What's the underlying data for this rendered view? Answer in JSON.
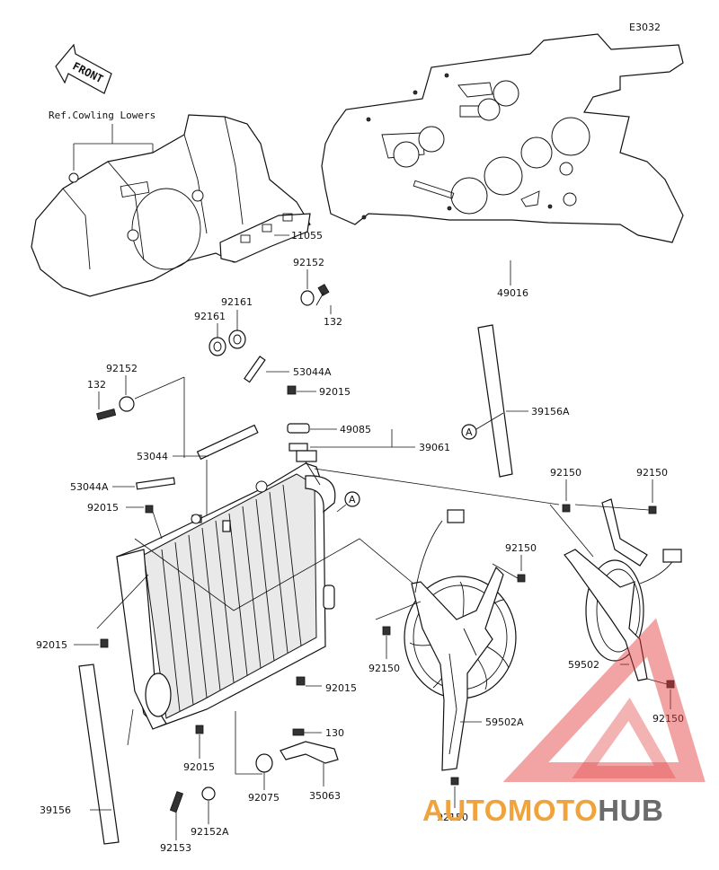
{
  "diagram": {
    "code": "E3032",
    "front_arrow": "FRONT",
    "reference_note": "Ref.Cowling Lowers",
    "callouts": {
      "c11055": "11055",
      "c49016": "49016",
      "c92152_top": "92152",
      "c132_top": "132",
      "c92161_a": "92161",
      "c92161_b": "92161",
      "c53044A_top": "53044A",
      "c92015_upper": "92015",
      "c92152_left": "92152",
      "c132_left": "132",
      "c49085": "49085",
      "c39061": "39061",
      "c53044": "53044",
      "c39156A": "39156A",
      "c53044A_left": "53044A",
      "c92150_a": "92150",
      "c92150_b": "92150",
      "c92015_left_upper": "92015",
      "c92150_c": "92150",
      "c92015_left": "92015",
      "c92150_d": "92150",
      "c59502": "59502",
      "c92015_right": "92015",
      "c59502A": "59502A",
      "c92150_e": "92150",
      "c130": "130",
      "c92015_bottom": "92015",
      "c92075": "92075",
      "c35063": "35063",
      "c39156": "39156",
      "c92152A": "92152A",
      "c92150_f": "92150",
      "c92153": "92153"
    },
    "circle_markers": {
      "marker_a_right": "A",
      "marker_a_hose": "A"
    }
  },
  "watermark": {
    "word_part1": "AUTOMOTO",
    "word_part2": "HUB"
  },
  "colors": {
    "line": "#111111",
    "watermark_red": "#e23a3a",
    "watermark_orange": "#f0a33c",
    "watermark_gray": "#6b6b6b"
  }
}
